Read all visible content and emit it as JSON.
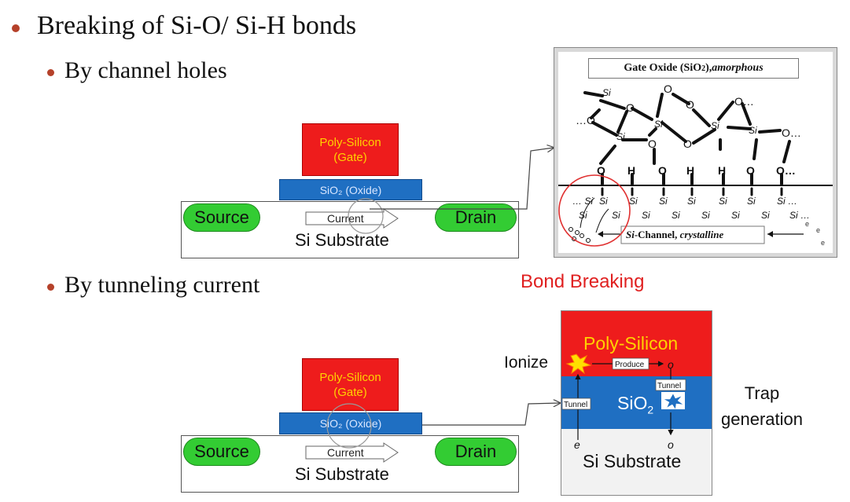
{
  "bullets": {
    "main": "Breaking of Si-O/ Si-H bonds",
    "sub1": "By channel holes",
    "sub2": "By tunneling current"
  },
  "device": {
    "gate_line1": "Poly-Silicon",
    "gate_line2": "(Gate)",
    "oxide": "SiO₂ (Oxide)",
    "source": "Source",
    "drain": "Drain",
    "current": "Current",
    "substrate": "Si Substrate"
  },
  "oxide_panel": {
    "title": "Gate Oxide (SiO",
    "title_sub": "2",
    "title_tail": "), ",
    "title_italic": "amorphous",
    "channel_label": "Si",
    "channel_label_tail": "-Channel, ",
    "channel_label_italic": "crystalline"
  },
  "tunnel_panel": {
    "heading": "Bond Breaking",
    "poly": "Poly-Silicon",
    "sio2": "SiO",
    "sio2_sub": "2",
    "substrate": "Si Substrate",
    "ionize": "Ionize",
    "produce": "Produce",
    "tunnel": "Tunnel",
    "trap_line1": "Trap",
    "trap_line2": "generation"
  },
  "colors": {
    "gate_red": "#ee1c1c",
    "gate_text": "#ffd200",
    "oxide_blue": "#1f6fc2",
    "contact_green": "#33cc33",
    "bullet": "#b5412a",
    "heading_red": "#e02020"
  }
}
